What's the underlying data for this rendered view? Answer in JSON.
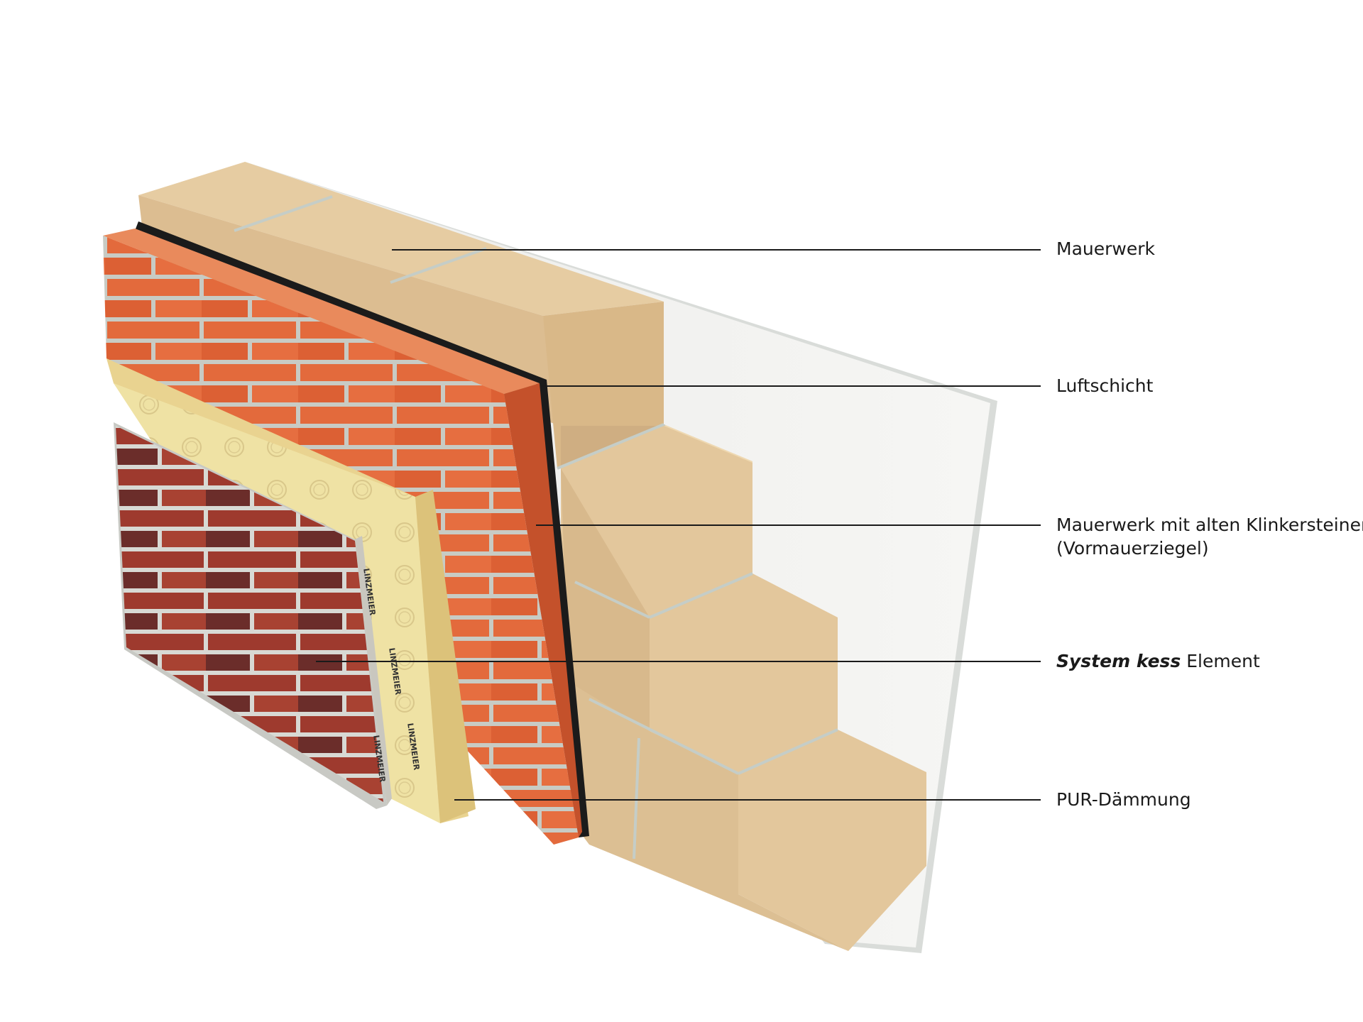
{
  "colors": {
    "background": "#ffffff",
    "leader_line": "#1a1a1a",
    "masonry_block": "#e0c39a",
    "masonry_block_side": "#cfae82",
    "mortar": "#c9cfc9",
    "clinker_red": "#e0663a",
    "air_gap": "#1b1b1b",
    "insulation": "#eedf9e",
    "system_kess_brick": "#9b3a2c",
    "plaster": "#f2f2f0"
  },
  "labels": {
    "mauerwerk": "Mauerwerk",
    "luftschicht": "Luftschicht",
    "klinker_line1": "Mauerwerk mit alten Klinkersteinen",
    "klinker_line2": "(Vormauerziegel)",
    "system_kess_bold": "System kess",
    "system_kess_rest": "Element",
    "pur": "PUR-Dämmung"
  },
  "board_print": [
    "LINZMEIER",
    "LINZMEIER",
    "LINZMEIER",
    "LINZMEIER"
  ]
}
